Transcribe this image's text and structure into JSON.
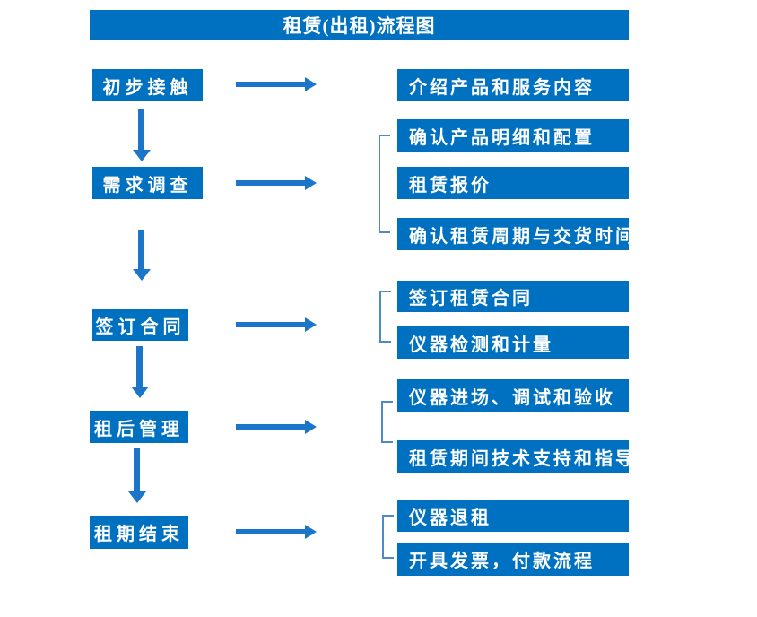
{
  "title": "租赁(出租)流程图",
  "colors": {
    "box_blue": "#0070C0",
    "arrow_blue": "#1B75C8",
    "bracket_blue": "#4E8AC8",
    "text_white": "#FFFFFF"
  },
  "flow": {
    "rows": [
      {
        "step": "初步接触",
        "details": [
          "介绍产品和服务内容"
        ]
      },
      {
        "step": "需求调查",
        "details": [
          "确认产品明细和配置",
          "租赁报价",
          "确认租赁周期与交货时间"
        ]
      },
      {
        "step": "签订合同",
        "details": [
          "签订租赁合同",
          "仪器检测和计量"
        ]
      },
      {
        "step": "租后管理",
        "details": [
          "仪器进场、调试和验收",
          "租赁期间技术支持和指导"
        ]
      },
      {
        "step": "租期结束",
        "details": [
          "仪器退租",
          "开具发票，付款流程"
        ]
      }
    ]
  }
}
